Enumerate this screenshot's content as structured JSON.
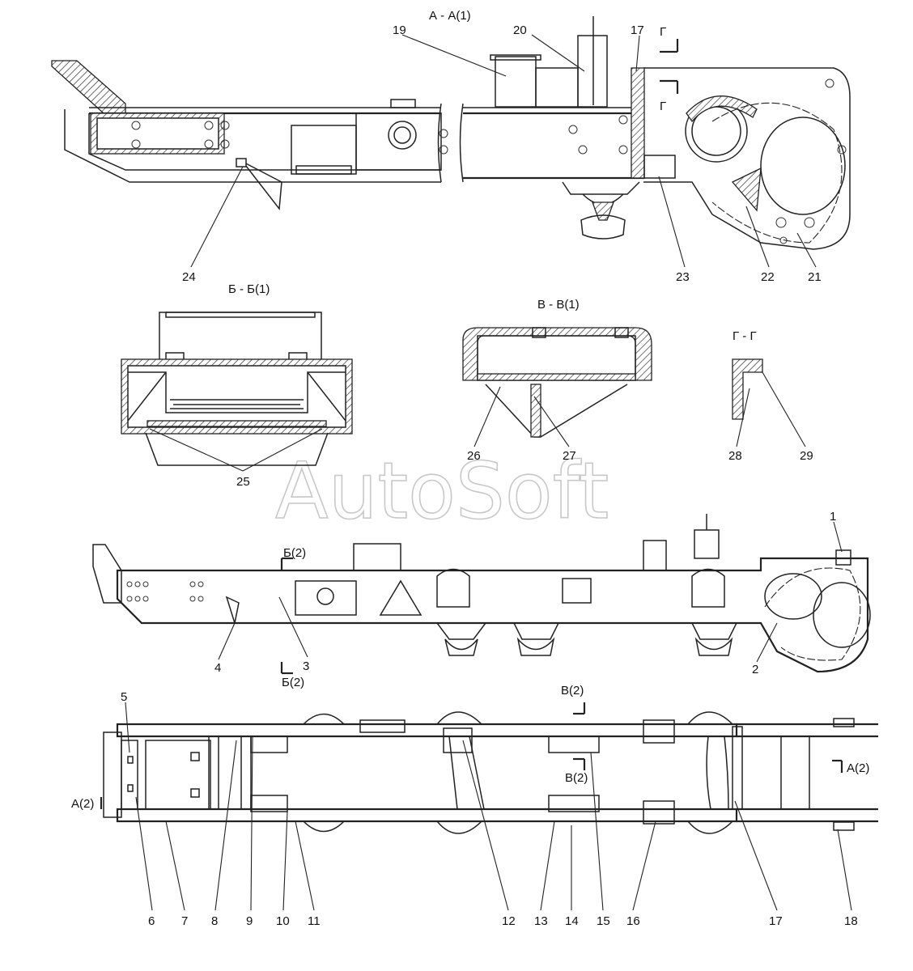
{
  "titles": {
    "section_aa": "А - А(1)",
    "section_bb": "Б - Б(1)",
    "section_vv": "В - В(1)",
    "section_gg": "Г - Г"
  },
  "watermark": "AutoSoft",
  "marks": {
    "g_top": "Г",
    "g_bottom": "Г",
    "b2_top": "Б(2)",
    "b2_bottom": "Б(2)",
    "v2_top": "В(2)",
    "v2_bottom": "В(2)",
    "a2_left": "А(2)",
    "a2_right": "А(2)"
  },
  "callouts": {
    "c1": "1",
    "c2": "2",
    "c3": "3",
    "c4": "4",
    "c5": "5",
    "c6": "6",
    "c7": "7",
    "c8": "8",
    "c9": "9",
    "c10": "10",
    "c11": "11",
    "c12": "12",
    "c13": "13",
    "c14": "14",
    "c15": "15",
    "c16": "16",
    "c17a": "17",
    "c17b": "17",
    "c18": "18",
    "c19": "19",
    "c20": "20",
    "c21": "21",
    "c22": "22",
    "c23": "23",
    "c24": "24",
    "c25": "25",
    "c26": "26",
    "c27": "27",
    "c28": "28",
    "c29": "29"
  }
}
